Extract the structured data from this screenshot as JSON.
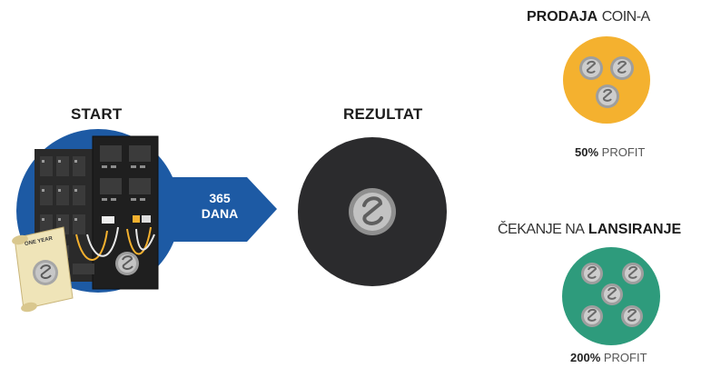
{
  "start": {
    "label": "START"
  },
  "arrow": {
    "line1": "365",
    "line2": "DANA"
  },
  "scroll": {
    "text": "ONE YEAR"
  },
  "result": {
    "label": "REZULTAT"
  },
  "sell": {
    "title_bold": "PRODAJA",
    "title_light": "COIN-A",
    "profit_value": "50%",
    "profit_label": "PROFIT"
  },
  "wait": {
    "title_light": "ČEKANJE NA",
    "title_bold": "LANSIRANJE",
    "profit_value": "200%",
    "profit_label": "PROFIT"
  },
  "colors": {
    "blue": "#1d5aa4",
    "dark": "#2b2b2d",
    "orange": "#f4b12f",
    "green": "#2e9b7c",
    "coin": "#b9b9b9"
  }
}
